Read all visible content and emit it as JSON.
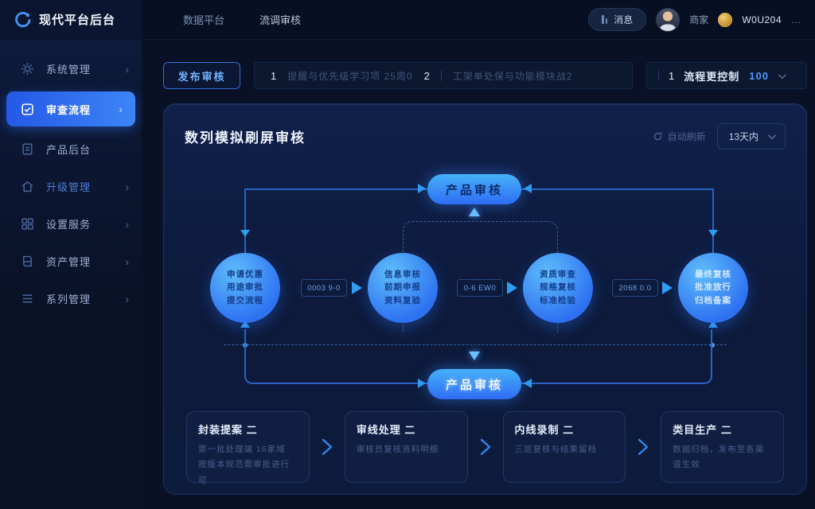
{
  "header": {
    "logo_text": "现代平台后台",
    "nav": [
      {
        "label": "数据平台"
      },
      {
        "label": "流调审核"
      }
    ],
    "notify_label": "消息",
    "user_label": "商家",
    "coin_value": "W0U204",
    "more_label": "…"
  },
  "sidebar": {
    "items": [
      {
        "label": "系统管理"
      },
      {
        "label": "审查流程"
      },
      {
        "label": "产品后台"
      },
      {
        "label": "升级管理"
      },
      {
        "label": "设置服务"
      },
      {
        "label": "资产管理"
      },
      {
        "label": "系列管理"
      }
    ]
  },
  "steps_bar": {
    "publish_button": "发布审核",
    "step1_num": "1",
    "step1_text": "提醒与优先级学习项 25周0",
    "step2_num": "2",
    "step2_text": "工架单处保与功能模块战2",
    "right_num": "1",
    "right_label": "流程更控制",
    "right_value": "100"
  },
  "panel": {
    "title": "数列模拟刷屏审核",
    "refresh_label": "自动刷新",
    "filter_value": "13天内"
  },
  "flow": {
    "top_node": "产品审核",
    "bottom_node": "产品审核",
    "circles": [
      {
        "lines": [
          "申请优惠",
          "用途审批",
          "提交流程"
        ]
      },
      {
        "lines": [
          "信息审核",
          "前期申报",
          "资料复验"
        ]
      },
      {
        "lines": [
          "资质审查",
          "规格复核",
          "标准检验"
        ]
      },
      {
        "lines": [
          "最终复核",
          "批准放行",
          "归档备案"
        ]
      }
    ],
    "connectors": [
      {
        "label": "0003 9-0"
      },
      {
        "label": "0-6 EW0"
      },
      {
        "label": "2068 0.0"
      }
    ]
  },
  "cards": [
    {
      "title": "封装提案 二",
      "lines": [
        "第一批处理端 16家域",
        "按版本规范需审批进行可"
      ]
    },
    {
      "title": "审线处理 二",
      "lines": [
        "审核员复核资料明细"
      ]
    },
    {
      "title": "内线录制 二",
      "lines": [
        "三层复核与结果留档"
      ]
    },
    {
      "title": "类目生产 二",
      "lines": [
        "数据归档，发布至各渠道生效"
      ]
    }
  ],
  "colors": {
    "accent": "#3b82f6",
    "node_fill": "#2f7bf4",
    "flow_line": "#2a63c4",
    "panel_bg": "#0d1a3a",
    "page_bg": "#0a1126"
  }
}
